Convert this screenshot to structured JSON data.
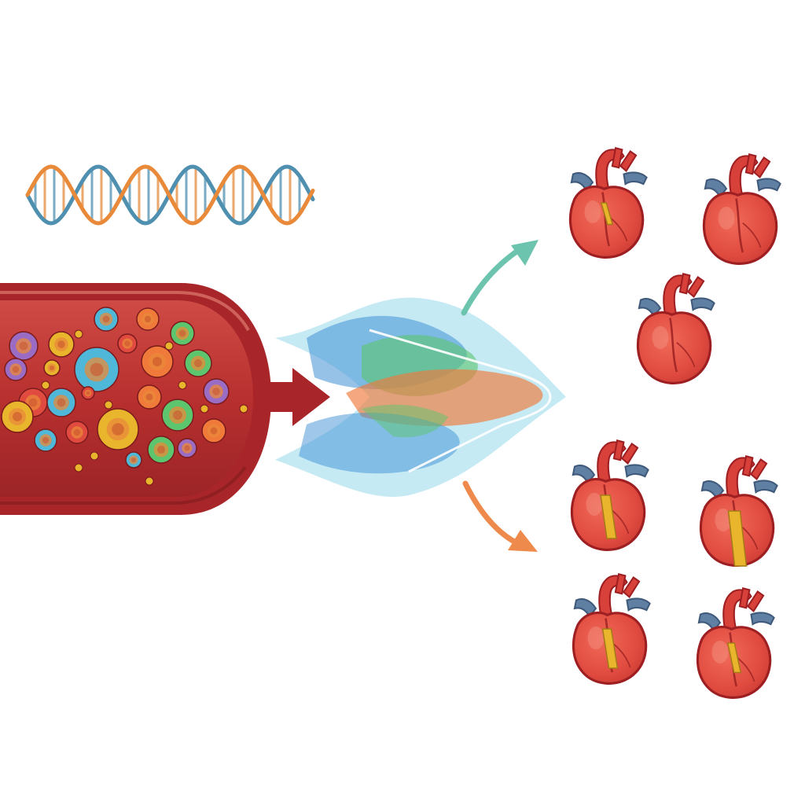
{
  "diagram": {
    "text_labels": [],
    "colors": {
      "background": "#ffffff",
      "vessel_wall": "#a8262a",
      "vessel_lumen": "#c23a3a",
      "vessel_highlight": "#d9625c",
      "heart_body": "#e04a3f",
      "heart_outline": "#9e1f22",
      "heart_vessel_blue": "#5f7fa3",
      "heart_scar_yellow": "#e8b52c",
      "dna_strand_blue": "#4f8fb0",
      "dna_strand_orange": "#e98a3a",
      "arrow_teal": "#6cc4ae",
      "arrow_orange": "#ee8a4c",
      "model_blue": "#3f8fd6",
      "model_green": "#5cc56e",
      "model_orange": "#f07a3a",
      "model_cyan": "#7fd0e6"
    },
    "elements": {
      "dna": "dna-double-helix",
      "vessel": "blood-vessel-with-cells",
      "vessel_arrow": "right-arrow",
      "model": "layered-prediction-model",
      "arrow_up": "upward-branch-arrow",
      "arrow_down": "downward-branch-arrow",
      "healthy_group": "healthy-hearts-group",
      "diseased_group": "diseased-hearts-group"
    },
    "healthy_hearts": [
      {
        "id": "healthy-heart-1",
        "scar_level": 0.15
      },
      {
        "id": "healthy-heart-2",
        "scar_level": 0
      },
      {
        "id": "healthy-heart-3",
        "scar_level": 0
      }
    ],
    "diseased_hearts": [
      {
        "id": "diseased-heart-1",
        "scar_level": 0.7
      },
      {
        "id": "diseased-heart-2",
        "scar_level": 1
      },
      {
        "id": "diseased-heart-3",
        "scar_level": 0.6
      },
      {
        "id": "diseased-heart-4",
        "scar_level": 0.35
      }
    ]
  }
}
